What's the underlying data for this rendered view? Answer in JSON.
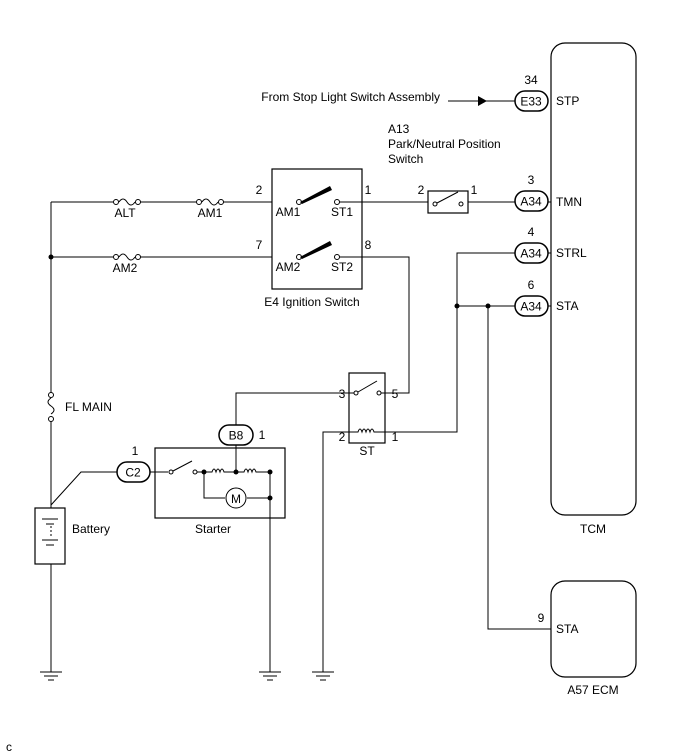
{
  "labels": {
    "from_stop_light": "From Stop Light Switch Assembly",
    "pnp_code": "A13",
    "pnp_line1": "Park/Neutral Position",
    "pnp_line2": "Switch",
    "ignition_switch": "E4 Ignition Switch",
    "starter": "Starter",
    "battery": "Battery",
    "fl_main": "FL MAIN",
    "tcm": "TCM",
    "ecm": "A57  ECM",
    "st_relay": "ST",
    "motor": "M",
    "corner": "c"
  },
  "fuses": {
    "alt": "ALT",
    "am1": "AM1",
    "am2": "AM2"
  },
  "ignition_terminals": {
    "am1": "AM1",
    "st1": "ST1",
    "am2": "AM2",
    "st2": "ST2",
    "pin_am1": "2",
    "pin_st1": "1",
    "pin_am2": "7",
    "pin_st2": "8"
  },
  "pnp_pins": {
    "left": "2",
    "right": "1"
  },
  "relay_pins": {
    "p3": "3",
    "p5": "5",
    "p2": "2",
    "p1": "1"
  },
  "connectors": {
    "e33": {
      "code": "E33",
      "pin": "34",
      "signal": "STP"
    },
    "a34_tmn": {
      "code": "A34",
      "pin": "3",
      "signal": "TMN"
    },
    "a34_strl": {
      "code": "A34",
      "pin": "4",
      "signal": "STRL"
    },
    "a34_sta": {
      "code": "A34",
      "pin": "6",
      "signal": "STA"
    },
    "b8": {
      "code": "B8",
      "pin": "1"
    },
    "c2": {
      "code": "C2",
      "pin": "1"
    },
    "ecm_sta": {
      "pin": "9",
      "signal": "STA"
    }
  }
}
